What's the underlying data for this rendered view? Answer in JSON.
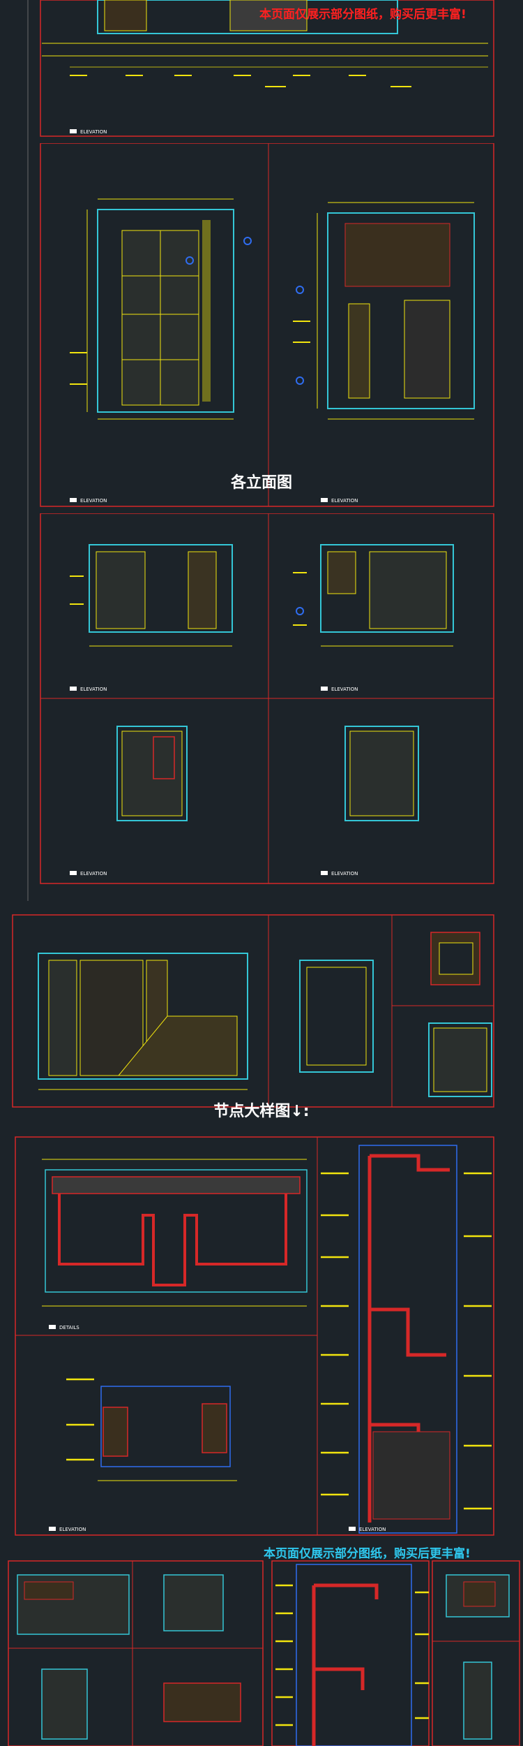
{
  "top_notice": "本页面仅展示部分图纸，购买后更丰富!",
  "bottom_notice": "本页面仅展示部分图纸，购买后更丰富!",
  "section_elevations": "各立面图",
  "section_details": "节点大样图↓:",
  "labels": {
    "elevation": "ELEVATION",
    "details": "DETAILS"
  },
  "colors": {
    "background": "#1c2329",
    "frame_red": "#d62828",
    "line_yellow": "#f1e40e",
    "line_cyan": "#34c6d6",
    "line_blue": "#2f6df0",
    "notice_red": "#ff2020",
    "notice_cyan": "#2ec8ee"
  }
}
